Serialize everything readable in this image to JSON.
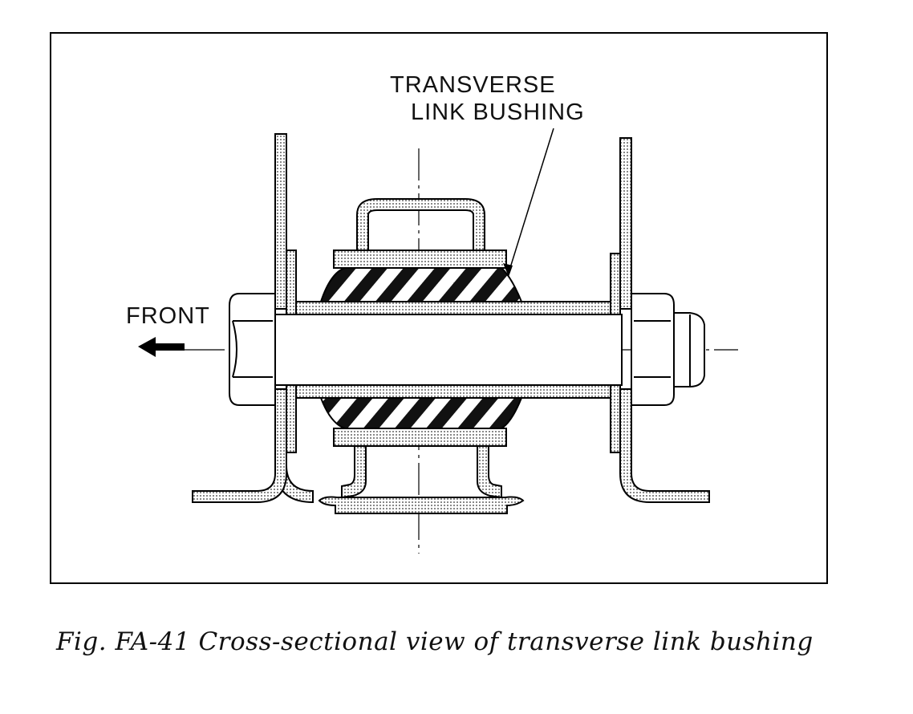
{
  "labels": {
    "bushing_line1": "TRANSVERSE",
    "bushing_line2": "LINK BUSHING",
    "front": "FRONT"
  },
  "caption": "Fig. FA-41  Cross-sectional view of transverse link bushing"
}
